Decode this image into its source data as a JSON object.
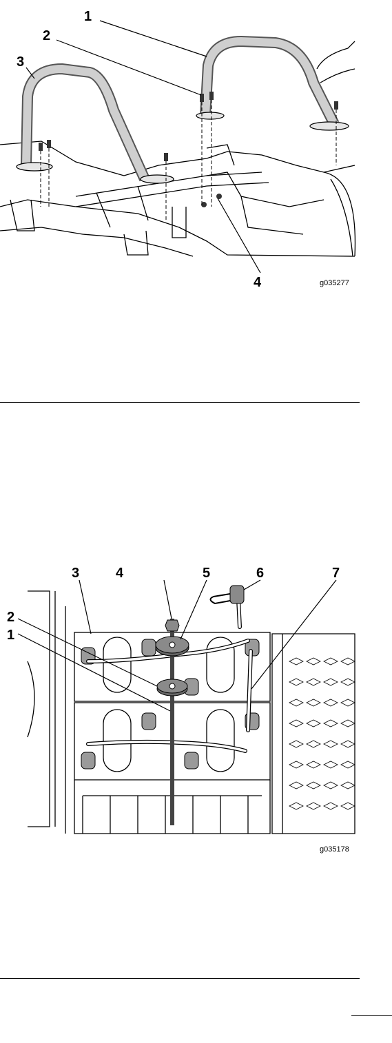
{
  "figure_1": {
    "callouts": [
      "1",
      "2",
      "3",
      "4"
    ],
    "figure_id": "g035277"
  },
  "figure_2": {
    "callouts": [
      "1",
      "2",
      "3",
      "4",
      "5",
      "6",
      "7"
    ],
    "figure_id": "g035178"
  }
}
